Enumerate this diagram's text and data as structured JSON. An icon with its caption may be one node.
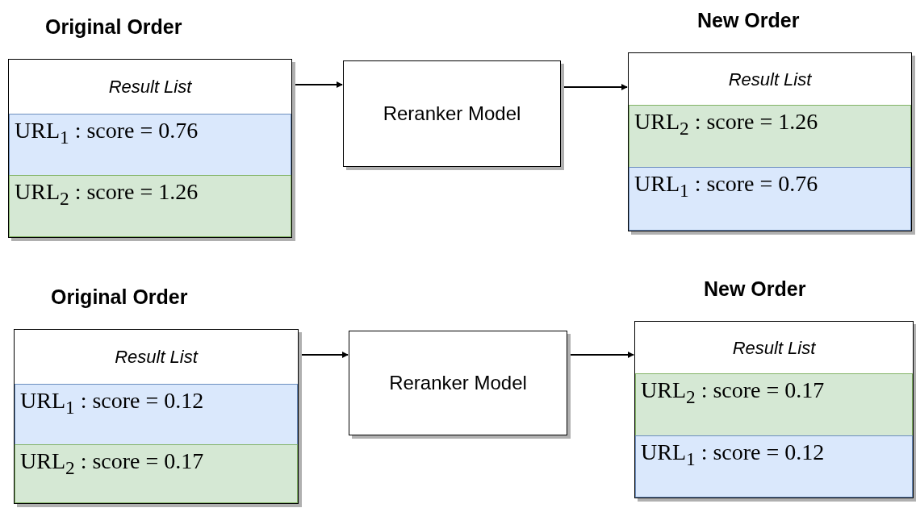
{
  "diagram": {
    "nodes": [
      {
        "text": [
          "Original Order",
          "Result List"
        ]
      },
      {
        "text": [
          "URL$_{1}$ :  score = 0.76"
        ],
        "in": 0
      },
      {
        "text": [
          "URL$_{2}$ :  score = 1.26"
        ],
        "in": 0
      },
      {
        "text": [
          "Reranker Model"
        ]
      },
      {
        "text": [
          "New Order",
          "Result List"
        ]
      },
      {
        "text": [
          "URL$_{2}$ :  score = 1.26"
        ],
        "in": 4
      },
      {
        "text": [
          "URL$_{1}$ :  score = 0.76"
        ],
        "in": 4
      },
      {
        "text": [
          "Original Order",
          "Result List"
        ]
      },
      {
        "text": [
          "URL$_{1}$ :  score = 0.12"
        ],
        "in": 7
      },
      {
        "text": [
          "URL$_{2}$ :  score = 0.17"
        ],
        "in": 7
      },
      {
        "text": [
          "Reranker Model"
        ]
      },
      {
        "text": [
          "New Order",
          "Result List"
        ]
      },
      {
        "text": [
          "URL$_{2}$ :  score = 0.17"
        ],
        "in": 11
      },
      {
        "text": [
          "URL$_{1}$ :  score = 0.12"
        ],
        "in": 11
      }
    ],
    "edges": [
      {
        "from": 0,
        "to": 3,
        "arrow": "to"
      },
      {
        "from": 3,
        "to": 4,
        "arrow": "to"
      },
      {
        "from": 7,
        "to": 10,
        "arrow": "to"
      },
      {
        "from": 10,
        "to": 11,
        "arrow": "to"
      }
    ]
  }
}
